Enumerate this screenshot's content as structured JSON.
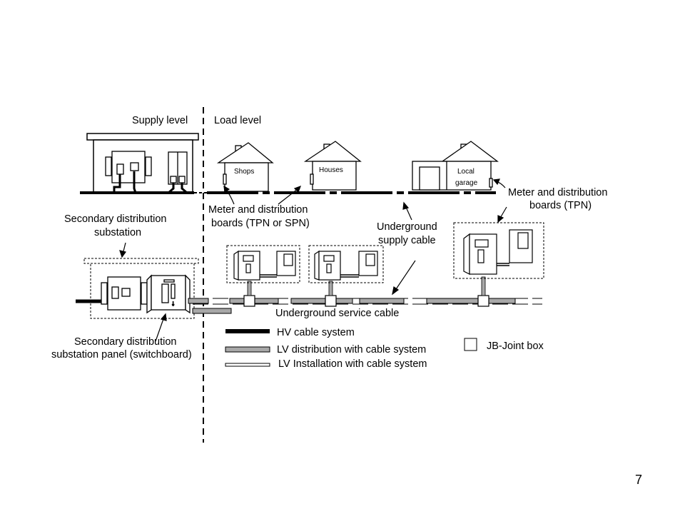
{
  "diagram": {
    "levels": {
      "supply": "Supply  level",
      "load": "Load level"
    },
    "buildings": {
      "shops": "Shops",
      "houses": "Houses",
      "garage_line1": "Local",
      "garage_line2": "garage"
    },
    "labels": {
      "meter_tpn_1": "Meter and distribution",
      "meter_tpn_2": "boards (TPN)",
      "sec_sub_1": "Secondary distribution",
      "sec_sub_2": "substation",
      "meter_spn_1": "Meter and distribution",
      "meter_spn_2": "boards (TPN or SPN)",
      "ug_supply_1": "Underground",
      "ug_supply_2": "supply cable",
      "ug_service": "Underground service cable",
      "panel_1": "Secondary distribution",
      "panel_2": "substation panel (switchboard)"
    },
    "legend": {
      "hv": "HV cable system",
      "lv_dist": "LV distribution with cable system",
      "lv_inst": "LV Installation with cable system",
      "jb": "JB-Joint box"
    },
    "colors": {
      "line": "#000000",
      "cable_grey": "#a8a8a8",
      "background": "#ffffff"
    }
  },
  "page": {
    "number": "7"
  }
}
